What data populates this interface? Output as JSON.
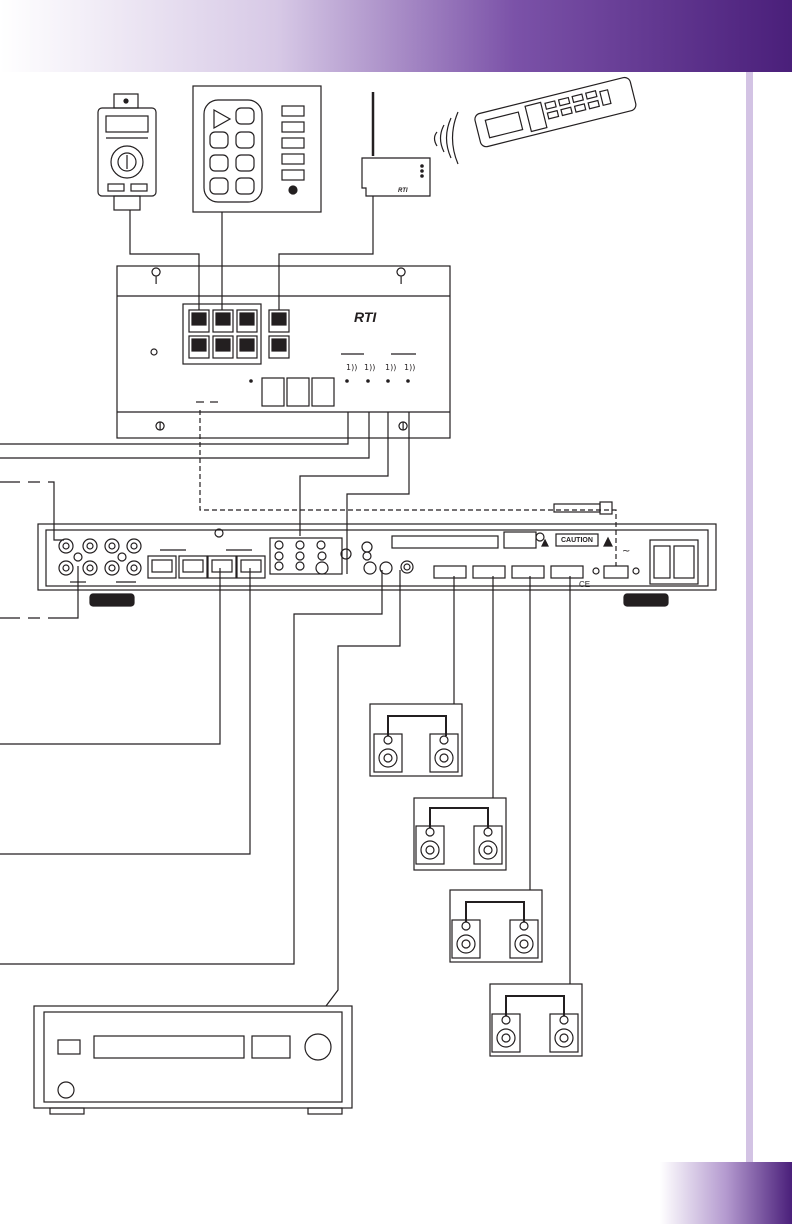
{
  "header": {
    "gradient_from": "#ffffff",
    "gradient_to": "#4a1f7a"
  },
  "sidebar": {
    "color": "#d9cce8"
  },
  "footer_tab": {
    "color": "#4a1f7a"
  },
  "amplifier": {
    "caution_label": "CAUTION",
    "power_symbol": "~",
    "ce_mark": "CE"
  },
  "devices": {
    "brand_logo": "RTI"
  },
  "speaker_zones": [
    {
      "name": ""
    },
    {
      "name": ""
    },
    {
      "name": ""
    },
    {
      "name": ""
    }
  ]
}
